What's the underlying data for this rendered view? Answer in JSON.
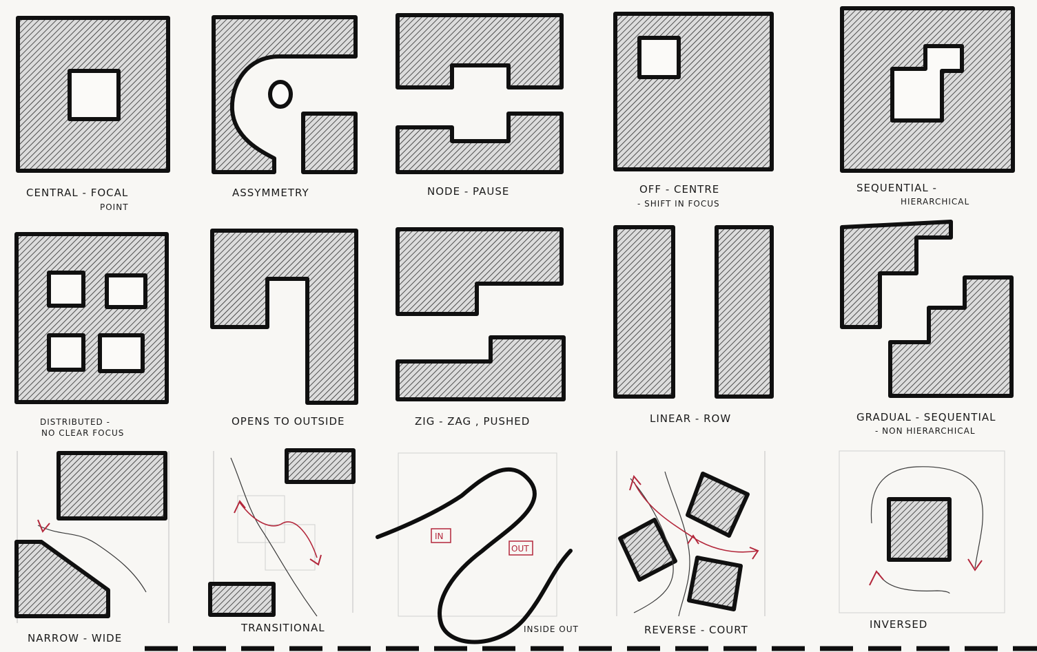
{
  "labels": {
    "central": [
      "CENTRAL - FOCAL",
      "POINT"
    ],
    "asymmetry": "ASSYMMETRY",
    "node": "NODE - PAUSE",
    "off_centre": [
      "OFF - CENTRE",
      "- SHIFT IN FOCUS"
    ],
    "sequential": [
      "SEQUENTIAL -",
      "HIERARCHICAL"
    ],
    "distributed": [
      "DISTRIBUTED -",
      "NO CLEAR FOCUS"
    ],
    "opens": "OPENS TO OUTSIDE",
    "zigzag": "ZIG - ZAG , PUSHED",
    "linear": "LINEAR - ROW",
    "gradual": [
      "GRADUAL - SEQUENTIAL",
      "- NON HIERARCHICAL"
    ],
    "narrow": "NARROW - WIDE",
    "transitional": "TRANSITIONAL",
    "insideout": "INSIDE OUT",
    "reverse": "REVERSE - COURT",
    "inversed": "INVERSED"
  },
  "tags": {
    "in": "IN",
    "out": "OUT"
  },
  "colors": {
    "ink": "#101010",
    "paper": "#f8f7f4",
    "red_annotation": "#b3273b"
  }
}
